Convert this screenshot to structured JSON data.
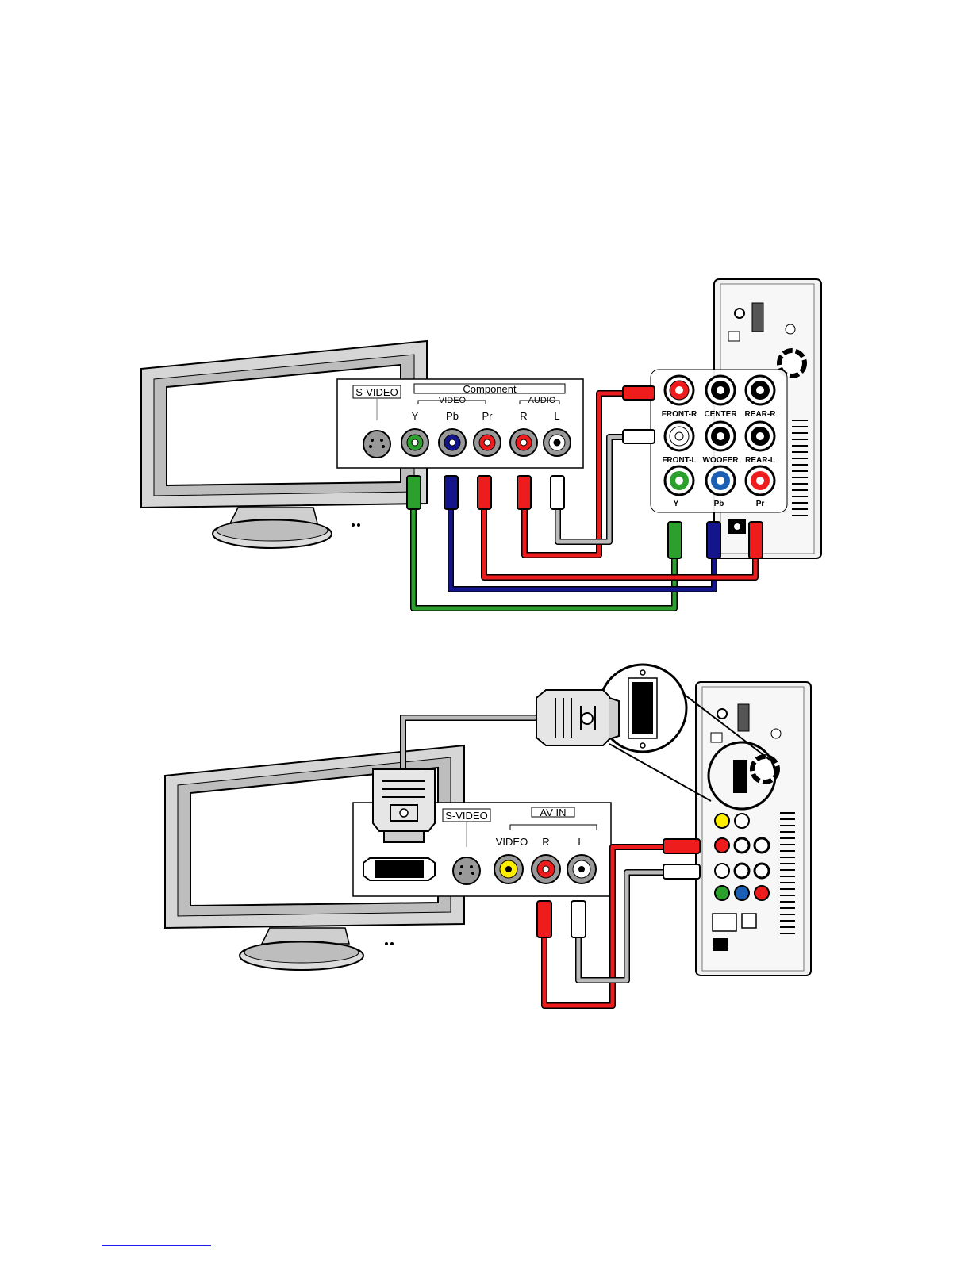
{
  "colors": {
    "cable_red": "#ee1c1c",
    "cable_white": "#bbbbbb",
    "cable_green": "#2ca02c",
    "cable_blue": "#14148c",
    "outline": "#000000",
    "device_body": "#f2f2f2",
    "tv_frame": "#cfcfcf"
  },
  "diagram_top": {
    "tv_panel": {
      "svideo_label": "S-VIDEO",
      "component_label": "Component",
      "video_label": "VIDEO",
      "audio_label": "AUDIO",
      "jacks": [
        "Y",
        "Pb",
        "Pr",
        "R",
        "L"
      ]
    },
    "player_zoom": {
      "row1": [
        "FRONT-R",
        "CENTER",
        "REAR-R"
      ],
      "row2": [
        "FRONT-L",
        "WOOFER",
        "REAR-L"
      ],
      "row3": [
        "Y",
        "Pb",
        "Pr"
      ]
    }
  },
  "diagram_bottom": {
    "tv_panel": {
      "svideo_label": "S-VIDEO",
      "av_in_label": "AV IN",
      "jacks": [
        "VIDEO",
        "R",
        "L"
      ]
    }
  },
  "icons": [
    "tv-icon",
    "media-player-icon",
    "rca-plug-icon",
    "dvi-plug-icon",
    "magnifier-icon"
  ]
}
